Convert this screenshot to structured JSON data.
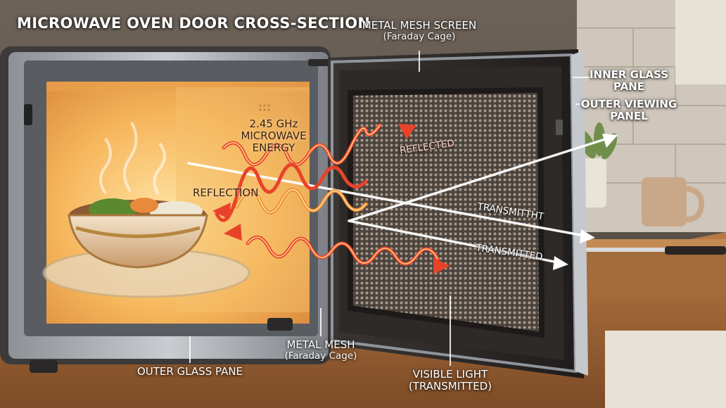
{
  "title": "MICROWAVE OVEN DOOR CROSS-SECTION",
  "labels": {
    "metal_mesh_screen": "METAL MESH SCREEN",
    "metal_mesh_screen_sub": "(Faraday Cage)",
    "inner_glass_pane_1": "INNER GLASS",
    "inner_glass_pane_2": "PANE",
    "outer_viewing_panel_1": "OUTER VIEWING",
    "outer_viewing_panel_2": "PANEL",
    "microwave_energy_1": "2.45 GHz",
    "microwave_energy_2": "MICROWAVE",
    "microwave_energy_3": "ENERGY",
    "reflected": "REFLECTED",
    "reflection": "REFLECTION",
    "transmitted_upper": "TRANSMITTHT",
    "transmitted_lower": "TRANSMITTED",
    "outer_glass_pane": "OUTER GLASS PANE",
    "metal_mesh": "METAL MESH",
    "metal_mesh_sub": "(Faraday Cage)",
    "visible_light": "VISIBLE LIGHT",
    "visible_light_sub": "(TRANSMITTED)"
  },
  "colors": {
    "wave_red": "#e8432a",
    "wave_orange": "#f08a2a",
    "cavity_glow": "#f6b55a",
    "light_ray": "#ffffff"
  }
}
